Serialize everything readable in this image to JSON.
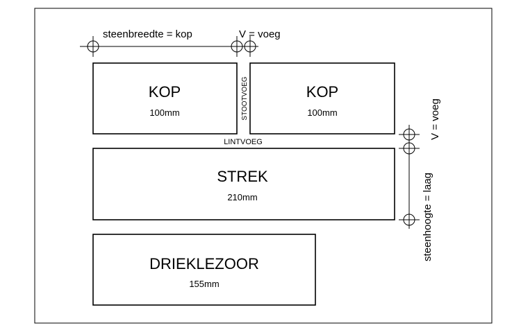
{
  "top_dimension": {
    "label": "steenbreedte = kop",
    "joint_label": "V = voeg"
  },
  "side_dimension": {
    "label": "steenhoogte = laag",
    "joint_label": "V = voeg"
  },
  "joints": {
    "head_joint": "STOOTVOEG",
    "bed_joint": "LINTVOEG"
  },
  "bricks": [
    {
      "name": "KOP",
      "size": "100mm"
    },
    {
      "name": "KOP",
      "size": "100mm"
    },
    {
      "name": "STREK",
      "size": "210mm"
    },
    {
      "name": "DRIEKLEZOOR",
      "size": "155mm"
    }
  ]
}
